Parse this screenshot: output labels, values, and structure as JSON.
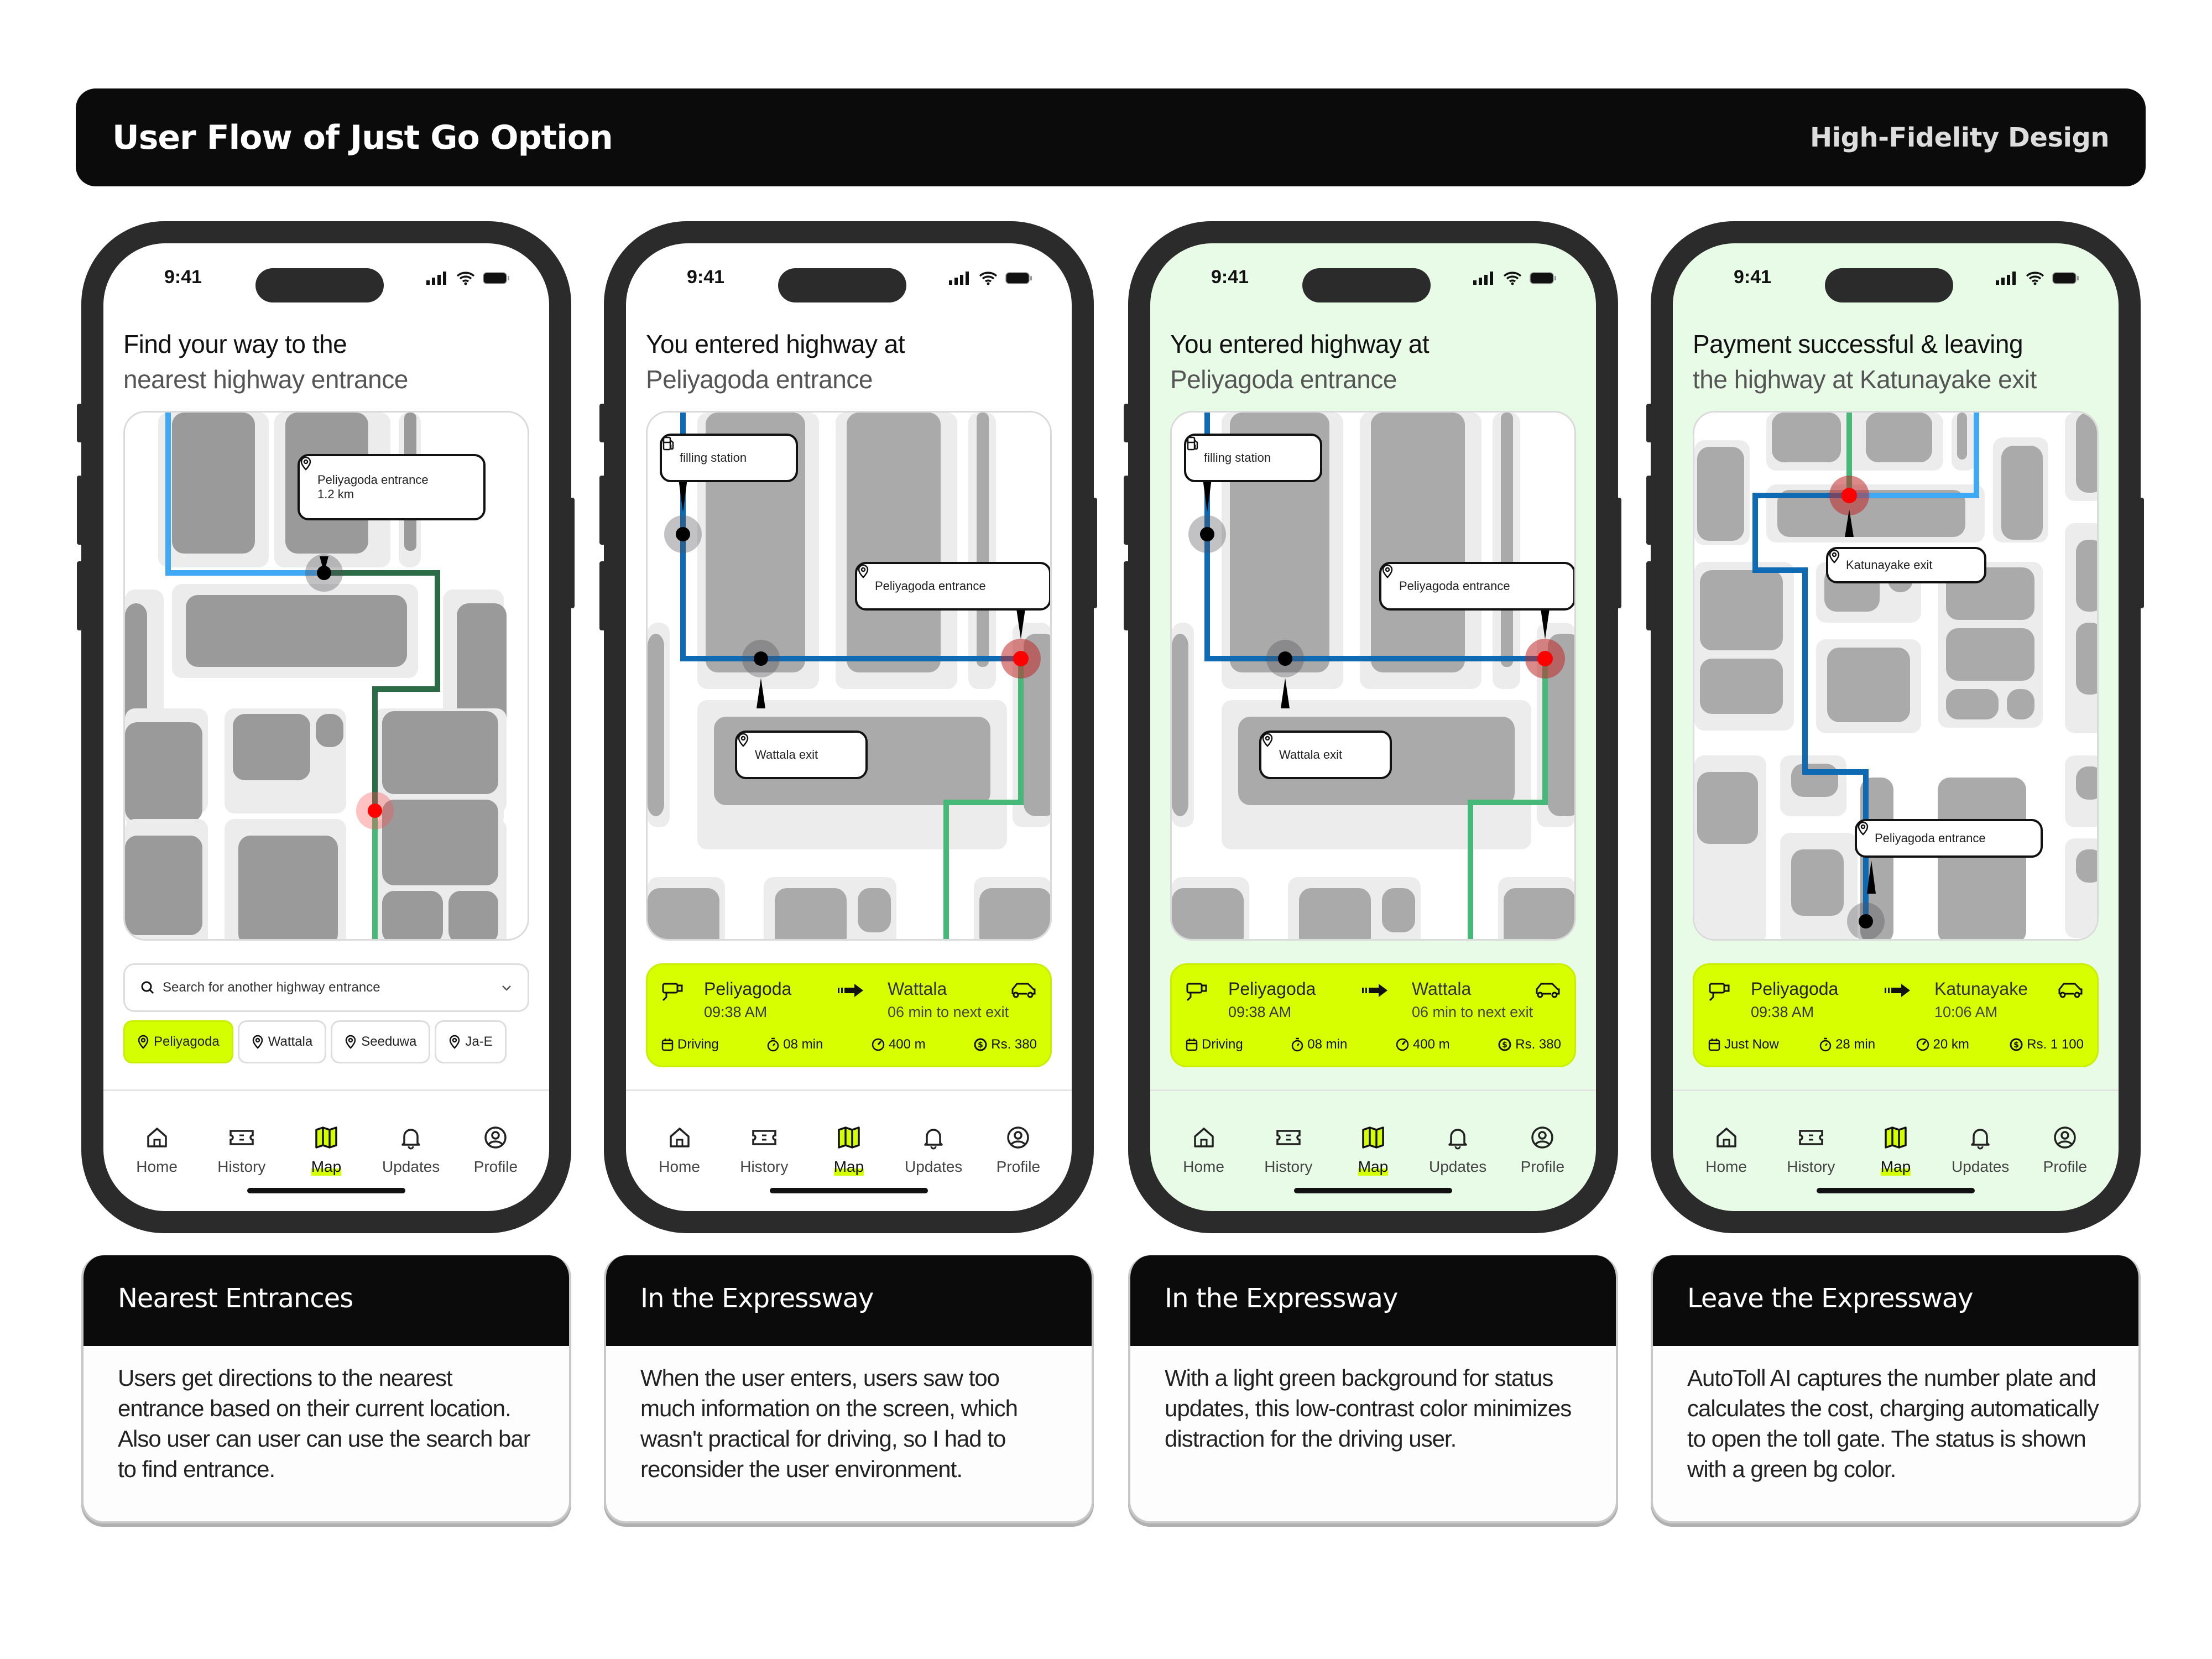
{
  "header": {
    "title": "User Flow of Just Go Option",
    "subtitle": "High-Fidelity Design"
  },
  "colors": {
    "accent": "#d7ff00",
    "route_blue": "#1a6fb8",
    "route_light_blue": "#3fa9f5",
    "route_green": "#46b978",
    "route_dark_green": "#2b6b45",
    "destination_red": "#ff0000",
    "status_bg_green": "#e8fbe6"
  },
  "status_bar": {
    "time": "9:41"
  },
  "nav": [
    {
      "label": "Home",
      "icon": "home-icon"
    },
    {
      "label": "History",
      "icon": "ticket-icon"
    },
    {
      "label": "Map",
      "icon": "map-icon",
      "active": true
    },
    {
      "label": "Updates",
      "icon": "bell-icon"
    },
    {
      "label": "Profile",
      "icon": "user-circle-icon"
    }
  ],
  "screens": [
    {
      "title_line1": "Find your way to the",
      "title_line2": "nearest highway entrance",
      "pins": [
        {
          "label": "Peliyagoda entrance",
          "sub": "1.2 km"
        }
      ],
      "search": {
        "placeholder": "Search for another highway entrance"
      },
      "chips": [
        {
          "label": "Peliyagoda",
          "selected": true
        },
        {
          "label": "Wattala"
        },
        {
          "label": "Seeduwa"
        },
        {
          "label": "Ja-E"
        }
      ]
    },
    {
      "title_line1": "You entered highway at",
      "title_line2": "Peliyagoda entrance",
      "pins": [
        {
          "label": "filling station"
        },
        {
          "label": "Peliyagoda entrance"
        },
        {
          "label": "Wattala exit"
        }
      ],
      "card": {
        "from": "Peliyagoda",
        "from_time": "09:38 AM",
        "to": "Wattala",
        "to_sub": "06 min to next exit",
        "status": "Driving",
        "duration": "08 min",
        "distance": "400 m",
        "cost": "Rs. 380"
      }
    },
    {
      "title_line1": "You entered highway at",
      "title_line2": "Peliyagoda entrance",
      "pins": [
        {
          "label": "filling station"
        },
        {
          "label": "Peliyagoda entrance"
        },
        {
          "label": "Wattala exit"
        }
      ],
      "card": {
        "from": "Peliyagoda",
        "from_time": "09:38 AM",
        "to": "Wattala",
        "to_sub": "06 min to next exit",
        "status": "Driving",
        "duration": "08 min",
        "distance": "400 m",
        "cost": "Rs. 380"
      }
    },
    {
      "title_line1": "Payment successful & leaving",
      "title_line2": "the highway at Katunayake exit",
      "pins": [
        {
          "label": "Katunayake exit"
        },
        {
          "label": "Peliyagoda entrance"
        }
      ],
      "card": {
        "from": "Peliyagoda",
        "from_time": "09:38 AM",
        "to": "Katunayake",
        "to_sub": "10:06 AM",
        "status": "Just Now",
        "duration": "28 min",
        "distance": "20 km",
        "cost": "Rs. 1 100"
      }
    }
  ],
  "descriptions": [
    {
      "title": "Nearest Entrances",
      "body": "Users get directions to the nearest entrance based on their current location. Also user can user can use the search bar to find entrance."
    },
    {
      "title": "In the Expressway",
      "body": "When the user enters, users saw too much information on the screen, which wasn't practical for driving, so I had to reconsider the user environment."
    },
    {
      "title": "In the Expressway",
      "body": "With a light green background for status updates, this low-contrast color minimizes distraction for the driving user."
    },
    {
      "title": "Leave the Expressway",
      "body": "AutoToll AI captures the number plate and calculates the cost, charging automatically to open the toll gate. The status is shown with a green bg color."
    }
  ]
}
